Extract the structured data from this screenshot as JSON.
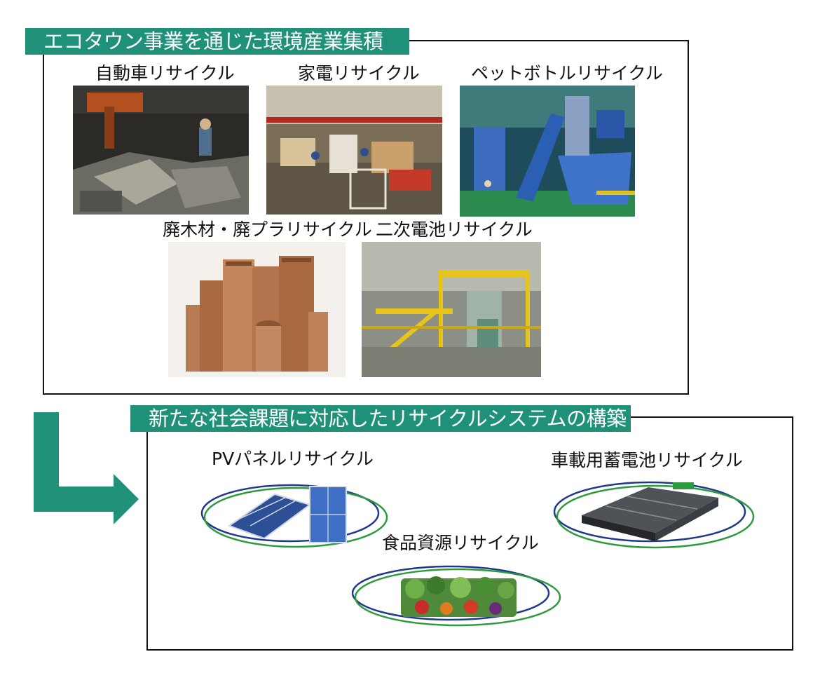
{
  "colors": {
    "banner": "#1e9178",
    "arrow": "#1e9178",
    "ring_blue": "#1f3a8a",
    "ring_green": "#2e9a3e",
    "frame": "#111111"
  },
  "section1": {
    "title": "エコタウン事業を通じた環境産業集積",
    "items": [
      {
        "label": "自動車リサイクル",
        "icon": "car-recycling-plant-photo"
      },
      {
        "label": "家電リサイクル",
        "icon": "appliance-recycling-plant-photo"
      },
      {
        "label": "ペットボトルリサイクル",
        "icon": "pet-bottle-recycling-plant-photo"
      },
      {
        "label": "廃木材・廃プラリサイクル",
        "icon": "recycled-wood-plastic-profiles-photo"
      },
      {
        "label": "二次電池リサイクル",
        "icon": "battery-recycling-plant-photo"
      }
    ]
  },
  "section2": {
    "title": "新たな社会課題に対応したリサイクルシステムの構築",
    "items": [
      {
        "label": "PVパネルリサイクル",
        "icon": "solar-panel-icon"
      },
      {
        "label": "車載用蓄電池リサイクル",
        "icon": "ev-battery-pack-icon"
      },
      {
        "label": "食品資源リサイクル",
        "icon": "vegetables-icon"
      }
    ]
  }
}
